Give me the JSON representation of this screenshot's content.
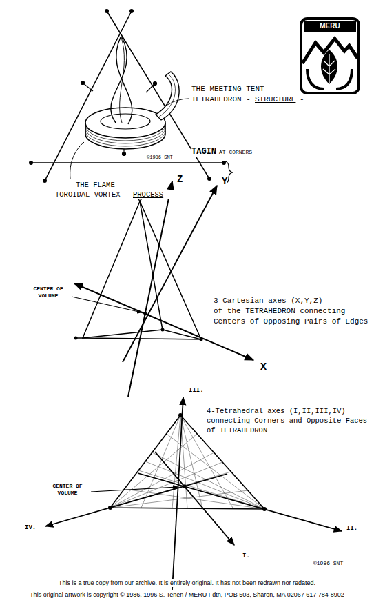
{
  "diagram": {
    "labels": [
      "THE MEETING TENT",
      "TETRAHEDRON -",
      "STRUCTURE",
      "-",
      "TAGIN",
      "AT CORNERS",
      "©1986 SNT",
      "THE FLAME",
      "TOROIDAL VORTEX -",
      "PROCESS",
      "-",
      "MERU",
      "Z",
      "Y",
      "CENTER OF VOLUME",
      "3-Cartesian axes (X,Y,Z)",
      "of the TETRAHEDRON connecting",
      "Centers of Opposing Pairs of Edges",
      "X",
      "III.",
      "4-Tetrahedral axes (I,II,III,IV)",
      "connecting Corners and Opposite Faces",
      "of TETRAHEDRON",
      "CENTER OF VOLUME",
      "IV.",
      "II.",
      "I.",
      "©1986 SNT",
      "This is a true copy from our archive. It is entirely original. It has not been redrawn nor redated.",
      "This original artwork is copyright © 1986, 1996 S. Tenen / MERU Fdtn, POB 503, Sharon, MA 02067 617 784-8902"
    ]
  }
}
